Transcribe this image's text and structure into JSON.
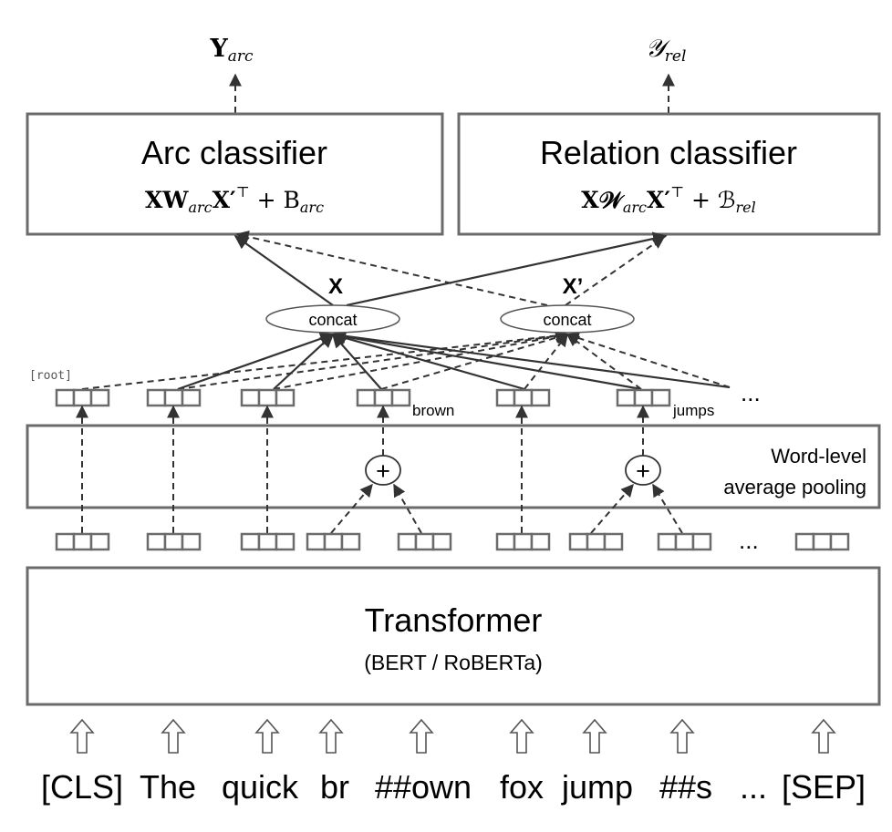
{
  "outputs": {
    "arc": {
      "main": "Y",
      "sub": "arc"
    },
    "rel": {
      "main": "𝒴",
      "sub": "rel"
    }
  },
  "arc_classifier": {
    "title": "Arc classifier",
    "formula": {
      "p1": "XW",
      "s1": "arc",
      "p2": "X′",
      "sup": "⊤",
      "p3": " + B",
      "s3": "arc"
    }
  },
  "rel_classifier": {
    "title": "Relation classifier",
    "formula": {
      "p1": "X𝒲",
      "s1": "arc",
      "p2": "X′",
      "sup": "⊤",
      "p3": " + ℬ",
      "s3": "rel"
    }
  },
  "x_labels": {
    "x": "X",
    "x_prime": "X’"
  },
  "concat_label": "concat",
  "root_label": "[root]",
  "word_labels": {
    "brown": "brown",
    "jumps": "jumps"
  },
  "ellipsis": "...",
  "pooling": {
    "line1": "Word-level",
    "line2": "average pooling",
    "plus": "+"
  },
  "transformer": {
    "title": "Transformer",
    "subtitle": "(BERT / RoBERTa)"
  },
  "tokens": [
    "[CLS]",
    "The",
    "quick",
    "br",
    "##own",
    "fox",
    "jump",
    "##s",
    "...",
    "[SEP]"
  ],
  "colors": {
    "box_stroke": "#6b6b6b",
    "arrow": "#333333"
  }
}
